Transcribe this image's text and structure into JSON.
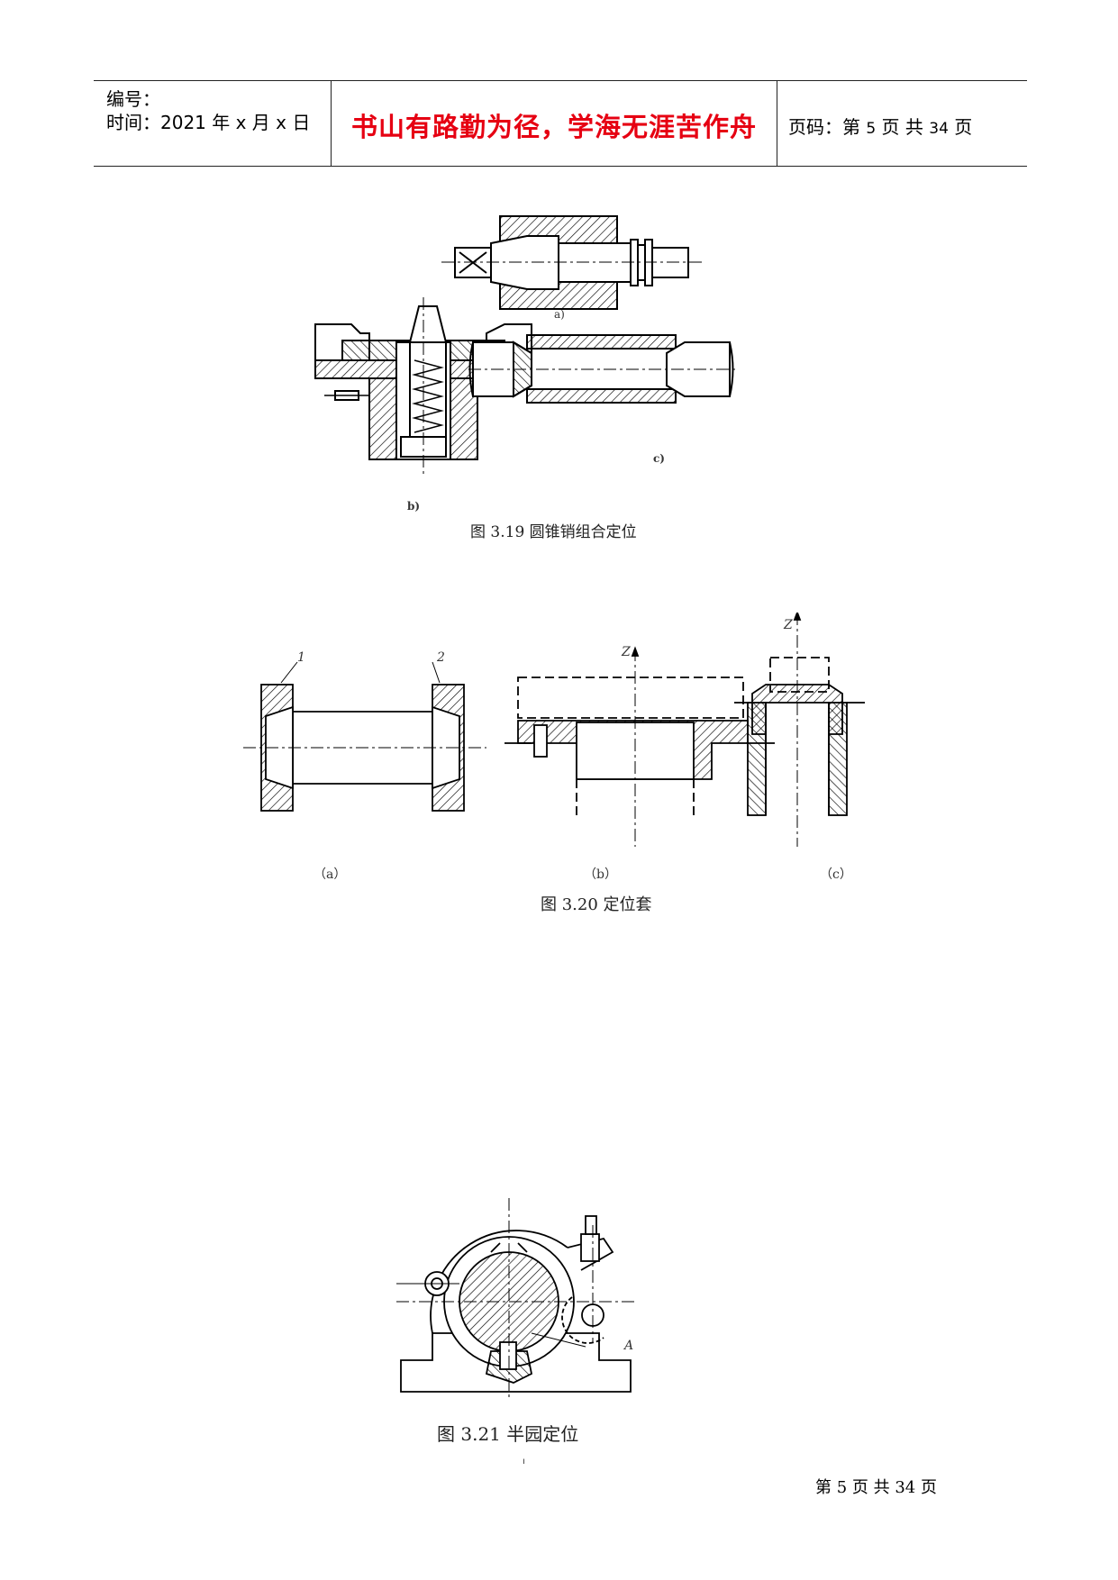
{
  "header": {
    "number_label": "编号：",
    "time_label": "时间：2021 年 x 月 x 日",
    "motto": "书山有路勤为径，学海无涯苦作舟",
    "page_prefix": "页码：第 ",
    "page_current": "5",
    "page_mid": " 页  共 ",
    "page_total": "34",
    "page_suffix": " 页"
  },
  "fig319": {
    "caption": "图 3.19  圆锥销组合定位",
    "label_a": "a)",
    "label_b": "b)",
    "label_c": "c)"
  },
  "fig320": {
    "caption": "图  3.20  定位套",
    "label_a": "（a）",
    "label_b": "（b）",
    "label_c": "（c）",
    "part1": "1",
    "part2": "2",
    "axis_b": "Z",
    "axis_c": "Z"
  },
  "fig321": {
    "caption": "图  3.21  半园定位",
    "label_A": "A"
  },
  "footer": {
    "text": "第  5  页  共  34  页"
  }
}
